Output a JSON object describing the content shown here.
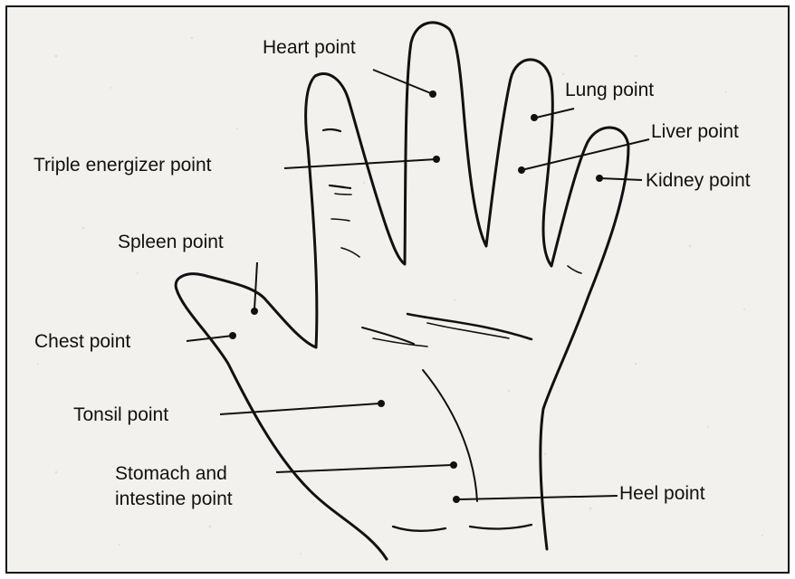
{
  "labels": {
    "heart": "Heart point",
    "lung": "Lung point",
    "liver": "Liver point",
    "kidney": "Kidney point",
    "triple_energizer": "Triple energizer point",
    "spleen": "Spleen point",
    "chest": "Chest point",
    "tonsil": "Tonsil point",
    "stomach_line1": "Stomach and",
    "stomach_line2": "intestine point",
    "heel": "Heel point"
  },
  "colors": {
    "background": "#f3f1ee",
    "ink": "#111111",
    "frame": "#111111"
  }
}
